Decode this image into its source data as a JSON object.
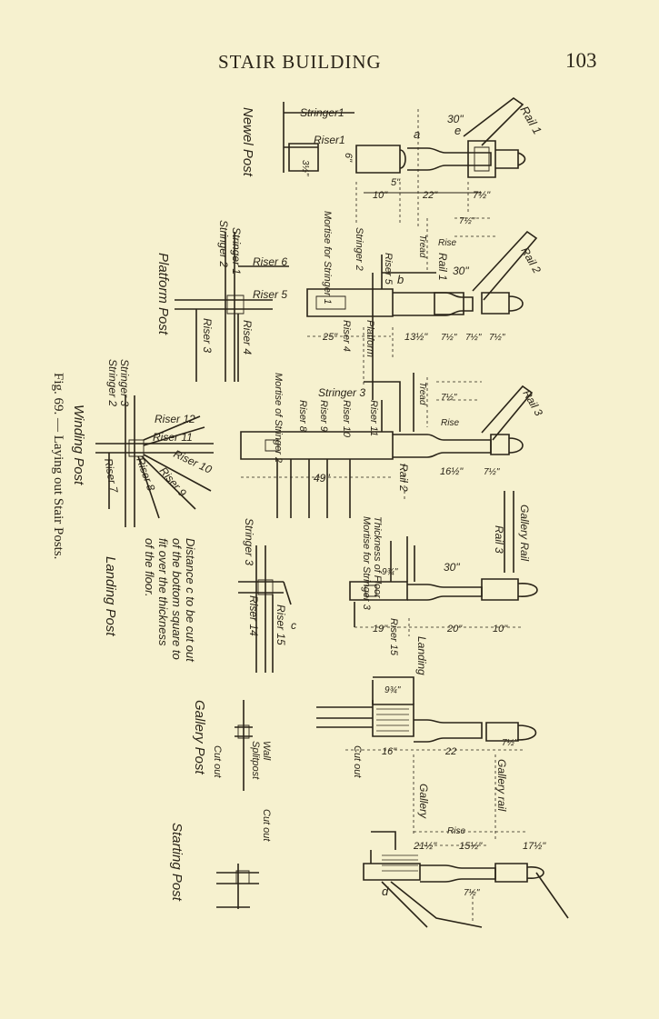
{
  "header": {
    "title": "STAIR BUILDING",
    "page_number": "103"
  },
  "caption": "Fig. 69. — Laying out Stair Posts.",
  "posts": {
    "newel": {
      "name": "Newel Post",
      "labels": [
        "Stringer1",
        "Riser1",
        "Rail 1"
      ],
      "dims": [
        "30\"",
        "10\"",
        "5\"",
        "22\"",
        "7½\"",
        "6\"",
        "3½\"",
        "a",
        "e"
      ]
    },
    "platform": {
      "name": "Platform Post",
      "labels": [
        "Stringer 2",
        "Stringer 1",
        "Riser 6",
        "Riser 5",
        "Riser 3",
        "Riser 4",
        "Mortise for Stringer 1",
        "Stringer 2",
        "Riser 5",
        "Platform",
        "Riser 4",
        "Rail 1",
        "Rail 2",
        "Tread",
        "Rise",
        "b"
      ],
      "dims": [
        "30\"",
        "25\"",
        "13½\"",
        "7½\"",
        "7½\"",
        "7½\"",
        "7½\""
      ]
    },
    "winding": {
      "name": "Winding Post",
      "labels": [
        "Stringer 3",
        "Stringer 2",
        "Riser 12",
        "Riser 11",
        "Riser 10",
        "Riser 9",
        "Riser 8",
        "Riser 7",
        "Stringer 3",
        "Mortise of Stringer 2",
        "Riser 8",
        "Riser 9",
        "Riser 10",
        "Riser 11",
        "Rail 2",
        "Rail 3",
        "Tread",
        "Rise"
      ],
      "dims": [
        "49\"",
        "16½\"",
        "7½\"",
        "7½\""
      ]
    },
    "landing": {
      "name": "Landing Post",
      "labels": [
        "Stringer 3",
        "Riser 15",
        "Riser 14",
        "Mortise for Stringer 3",
        "Thickness of Floor",
        "Riser 15",
        "Landing",
        "Rail 3",
        "Gallery Rail",
        "c"
      ],
      "dims": [
        "30\"",
        "9¾\"",
        "19\"",
        "20\"",
        "10\""
      ],
      "note": [
        "Distance c to be cut out",
        "of the bottom square to",
        "fit over the thickness",
        "of the floor."
      ]
    },
    "gallery": {
      "name": "Gallery Post",
      "labels": [
        "Wall",
        "Splitpost",
        "Cut out",
        "Cut out",
        "Gallery rail"
      ],
      "dims": [
        "9¾\"",
        "16\"",
        "22",
        "7½\""
      ]
    },
    "starting": {
      "name": "Starting Post",
      "labels": [
        "Cut out",
        "Gallery",
        "Rise",
        "d"
      ],
      "dims": [
        "21½\"",
        "15½\"",
        "17½\"",
        "7½\""
      ]
    }
  }
}
